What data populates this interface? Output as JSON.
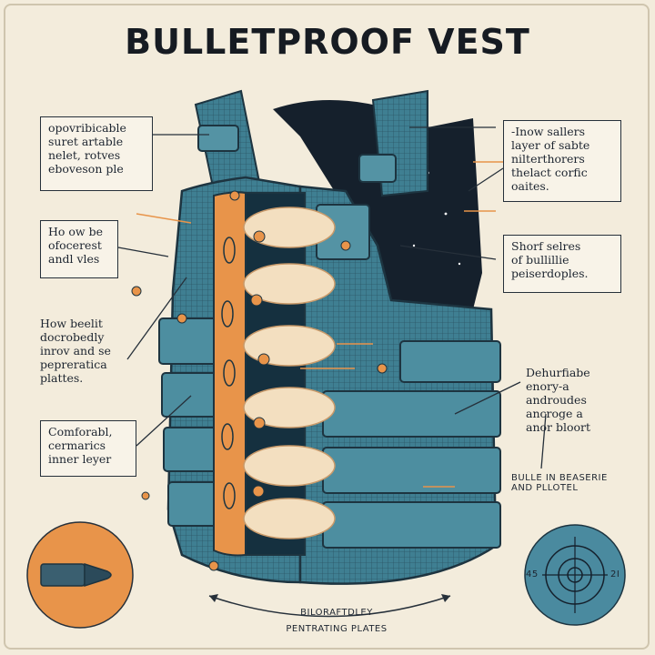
{
  "title": "BULLETPROOF VEST",
  "callouts": {
    "top_left": "opovribicable\nsuret artable\nnelet, rotves\neboveson ple",
    "mid_left": "Ho ow be\nofocerest\nandl vles",
    "left_plates": "How beelit\ndocrobedly\ninrov and se\npepreratica\nplattes.",
    "lower_left": "Comforabl,\ncermarics\ninner leyer",
    "top_right": "-Inow sallers\nlayer of sabte\nnilterthorers\nthelact corfic\noaites.",
    "mid_right": "Shorf  selres\nof bullillie\npeiserdoples.",
    "right_energy": "Dehurfiabe\nenory-a\nandroudes\nancroge a\nanor bloort",
    "right_small": "BULLE IN BEASERIE\nAND PLLOTEL"
  },
  "bottom_caption": {
    "line1": "BILORAFTDLEY",
    "line2": "PENTRATING PLATES"
  },
  "target_labels": {
    "left": "45",
    "right": "2I"
  },
  "colors": {
    "vest": "#3f7f92",
    "vest_dark": "#2b5566",
    "plate_orange": "#e8944a",
    "lining_dark": "#15202c",
    "background": "#f3ecdc"
  },
  "icons": [
    "bullet-icon",
    "target-icon",
    "vest-illustration"
  ]
}
